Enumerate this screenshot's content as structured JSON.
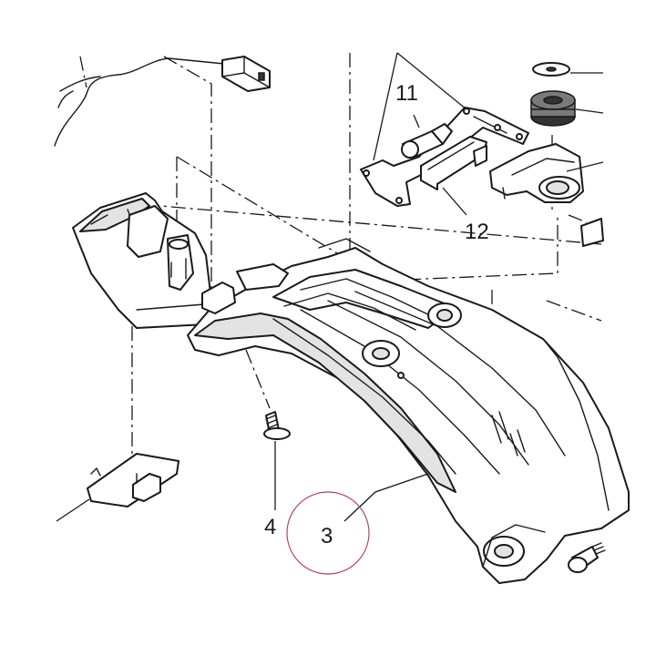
{
  "labels": {
    "l3": "3",
    "l4": "4",
    "l11": "11",
    "l12": "12"
  },
  "highlight_color": "#b0485a"
}
